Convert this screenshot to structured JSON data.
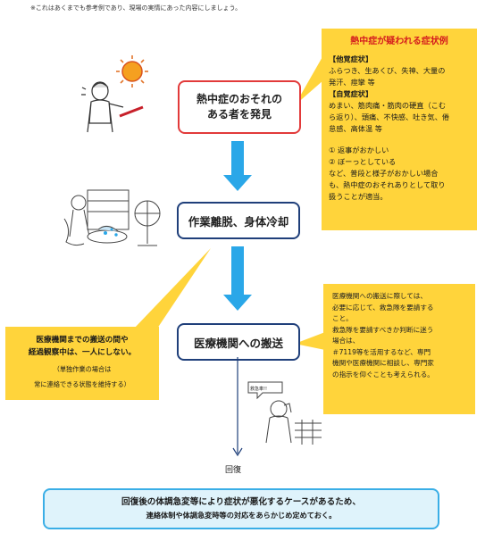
{
  "note": "※これはあくまでも参考例であり、現場の実情にあった内容にしましょう。",
  "steps": [
    {
      "line1": "熱中症のおそれの",
      "line2": "ある者を発見"
    },
    {
      "label": "作業離脱、身体冷却"
    },
    {
      "label": "医療機関への搬送"
    }
  ],
  "symptoms": {
    "title": "熱中症が疑われる症状例",
    "other_heading": "【他覚症状】",
    "other_lines": [
      "ふらつき、生あくび、失神、大量の",
      "発汗、痙攣 等"
    ],
    "self_heading": "【自覚症状】",
    "self_lines": [
      "めまい、筋肉痛・筋肉の硬直（こむ",
      "ら返り）、頭痛、不快感、吐き気、倦",
      "怠感、高体温 等"
    ],
    "extra_lines": [
      "① 返事がおかしい",
      "② ぼーっとしている",
      "など、普段と様子がおかしい場合",
      "も、熱中症のおそれありとして取り",
      "扱うことが適当。"
    ]
  },
  "transport_note": {
    "lines": [
      "医療機関への搬送に際しては、",
      "必要に応じて、救急隊を要請する",
      "こと。",
      "救急隊を要請すべきか判断に迷う",
      "場合は、",
      "＃7119等を活用するなど、専門",
      "機関や医療機関に相談し、専門家",
      "の指示を仰ぐことも考えられる。"
    ]
  },
  "escort_note": {
    "line1": "医療機関までの搬送の間や",
    "line2": "経過観察中は、一人にしない。",
    "line3": "（単独作業の場合は",
    "line4": "常に連絡できる状態を維持する）"
  },
  "recovery_label": "回復",
  "illustration_speech": "救急車!!",
  "bottom": {
    "line1": "回復後の体調急変等により症状が悪化するケースがあるため、",
    "line2": "連絡体制や体調急変時等の対応をあらかじめ定めておく。"
  },
  "colors": {
    "step1_border": "#e23a3a",
    "step_border": "#1f3f7a",
    "arrow": "#2aa7e8",
    "bubble": "#ffd43b",
    "title_red": "#d51e1e",
    "bottom_fill": "#dff3fb",
    "bottom_border": "#3aaee6"
  }
}
